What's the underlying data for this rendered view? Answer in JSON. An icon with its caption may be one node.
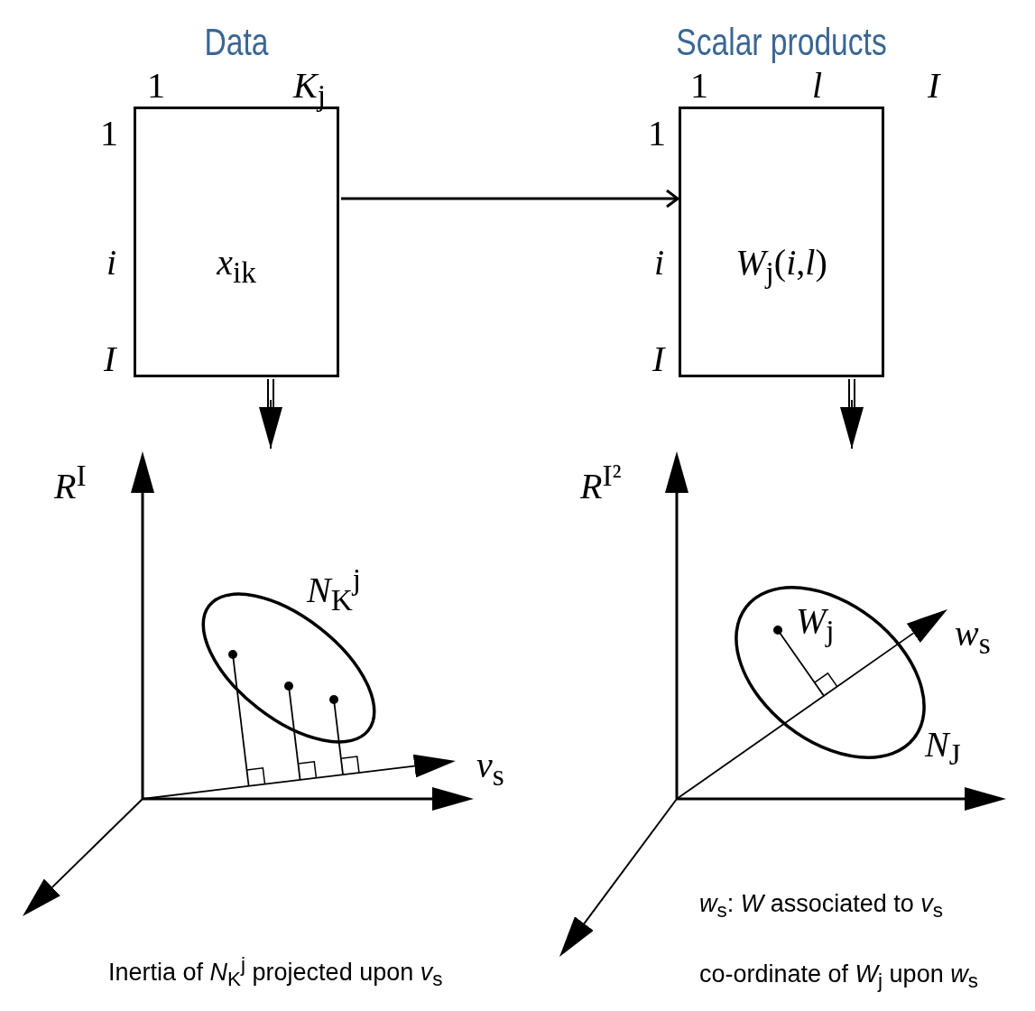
{
  "diagram": {
    "nodes": [
      {
        "text": [
          "Data",
          "*x*$_{ik}$"
        ],
        "beside": [
          "1",
          "*K*$_{j}$",
          "1",
          "*i*",
          "*I*"
        ]
      },
      {
        "text": [
          "Scalar products",
          "*W*$_{j}$(*i*,*l*)"
        ],
        "beside": [
          "1",
          "*l*",
          "*I*",
          "1",
          "*i*",
          "*I*"
        ]
      },
      {
        "text": [],
        "shape": "picture"
      },
      {
        "text": [],
        "shape": "picture"
      }
    ],
    "edges": [
      {
        "from": 0,
        "to": 1,
        "arrow": "to"
      },
      {
        "from": 0,
        "to": 2,
        "arrow": "to"
      },
      {
        "from": 1,
        "to": 3,
        "arrow": "to"
      }
    ],
    "labels": [
      "*R*$^{I}$",
      "*N*$_{K}$$^{j}$",
      "*v*$_{s}$",
      "Inertia of *N*$_{K}$$^{j}$ projected upon *v*$_{s}$",
      "*R*$^{I²}$",
      "*W*$_{j}$",
      "*w*$_{s}$",
      "*N*$_{J}$",
      "*w*$_{s}$: *W* associated to *v*$_{s}$",
      "co-ordinate of *W*$_{j}$ upon *w*$_{s}$"
    ]
  }
}
